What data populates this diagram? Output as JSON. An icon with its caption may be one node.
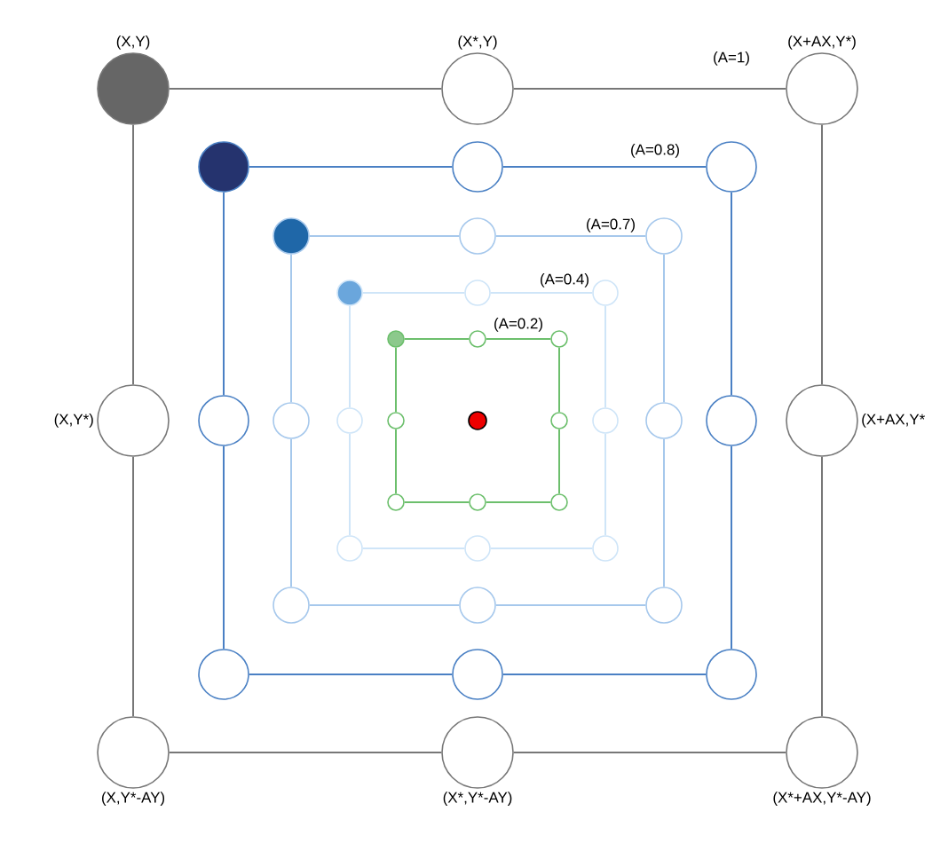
{
  "diagram": {
    "nodes": [
      {
        "text": [
          "(X,Y)"
        ]
      },
      {
        "text": [
          "(X*,Y)"
        ]
      },
      {
        "text": [
          "(X+AX,Y*)"
        ]
      },
      {
        "text": [
          "(X,Y*)"
        ]
      },
      {
        "text": [
          "(X+AX,Y*"
        ]
      },
      {
        "text": [
          "(X,Y*-AY)"
        ]
      },
      {
        "text": [
          "(X*,Y*-AY)"
        ]
      },
      {
        "text": [
          "(X*+AX,Y*-AY)"
        ]
      },
      {
        "text": [],
        "shape": "circle"
      },
      {
        "text": [],
        "shape": "circle"
      },
      {
        "text": [],
        "shape": "circle"
      },
      {
        "text": [],
        "shape": "circle"
      },
      {
        "text": [],
        "shape": "circle"
      },
      {
        "text": [],
        "shape": "circle"
      },
      {
        "text": [],
        "shape": "circle"
      },
      {
        "text": [],
        "shape": "circle"
      },
      {
        "text": [],
        "shape": "circle"
      },
      {
        "text": [],
        "shape": "circle"
      },
      {
        "text": [],
        "shape": "circle"
      },
      {
        "text": [],
        "shape": "circle"
      },
      {
        "text": [],
        "shape": "circle"
      },
      {
        "text": [],
        "shape": "circle"
      },
      {
        "text": [],
        "shape": "circle"
      },
      {
        "text": [],
        "shape": "circle"
      },
      {
        "text": [],
        "shape": "circle"
      },
      {
        "text": [],
        "shape": "circle"
      },
      {
        "text": [],
        "shape": "circle"
      },
      {
        "text": [],
        "shape": "circle"
      },
      {
        "text": [],
        "shape": "circle"
      },
      {
        "text": [],
        "shape": "circle"
      },
      {
        "text": [],
        "shape": "circle"
      },
      {
        "text": [],
        "shape": "circle"
      },
      {
        "text": [],
        "shape": "circle"
      },
      {
        "text": [],
        "shape": "circle"
      },
      {
        "text": [],
        "shape": "circle"
      },
      {
        "text": [],
        "shape": "circle"
      },
      {
        "text": [],
        "shape": "circle"
      },
      {
        "text": [],
        "shape": "circle"
      },
      {
        "text": [],
        "shape": "circle"
      },
      {
        "text": [],
        "shape": "circle"
      },
      {
        "text": [],
        "shape": "circle"
      }
    ],
    "edges": [
      {
        "from": 0,
        "to": 1,
        "arrow": "none",
        "color": "#777777"
      },
      {
        "from": 1,
        "to": 2,
        "arrow": "none",
        "color": "#777777"
      },
      {
        "from": 0,
        "to": 3,
        "arrow": "none",
        "color": "#777777"
      },
      {
        "from": 2,
        "to": 4,
        "arrow": "none",
        "color": "#777777"
      },
      {
        "from": 3,
        "to": 5,
        "arrow": "none",
        "color": "#777777"
      },
      {
        "from": 4,
        "to": 7,
        "arrow": "none",
        "color": "#777777"
      },
      {
        "from": 5,
        "to": 6,
        "arrow": "none",
        "color": "#777777"
      },
      {
        "from": 6,
        "to": 7,
        "arrow": "none",
        "color": "#777777"
      },
      {
        "from": 8,
        "to": 9,
        "arrow": "none",
        "color": "#4a80c4"
      },
      {
        "from": 9,
        "to": 10,
        "arrow": "none",
        "color": "#4a80c4"
      },
      {
        "from": 8,
        "to": 11,
        "arrow": "none",
        "color": "#4a80c4"
      },
      {
        "from": 10,
        "to": 12,
        "arrow": "none",
        "color": "#4a80c4"
      },
      {
        "from": 11,
        "to": 13,
        "arrow": "none",
        "color": "#4a80c4"
      },
      {
        "from": 12,
        "to": 15,
        "arrow": "none",
        "color": "#4a80c4"
      },
      {
        "from": 13,
        "to": 14,
        "arrow": "none",
        "color": "#4a80c4"
      },
      {
        "from": 14,
        "to": 15,
        "arrow": "none",
        "color": "#4a80c4"
      },
      {
        "from": 16,
        "to": 17,
        "arrow": "none",
        "color": "#a6c8ec"
      },
      {
        "from": 17,
        "to": 18,
        "arrow": "none",
        "color": "#a6c8ec"
      },
      {
        "from": 16,
        "to": 19,
        "arrow": "none",
        "color": "#a6c8ec"
      },
      {
        "from": 18,
        "to": 20,
        "arrow": "none",
        "color": "#a6c8ec"
      },
      {
        "from": 19,
        "to": 21,
        "arrow": "none",
        "color": "#a6c8ec"
      },
      {
        "from": 20,
        "to": 23,
        "arrow": "none",
        "color": "#a6c8ec"
      },
      {
        "from": 21,
        "to": 22,
        "arrow": "none",
        "color": "#a6c8ec"
      },
      {
        "from": 22,
        "to": 23,
        "arrow": "none",
        "color": "#a6c8ec"
      },
      {
        "from": 24,
        "to": 25,
        "arrow": "none",
        "color": "#cfe5f8"
      },
      {
        "from": 25,
        "to": 26,
        "arrow": "none",
        "color": "#cfe5f8"
      },
      {
        "from": 24,
        "to": 27,
        "arrow": "none",
        "color": "#cfe5f8"
      },
      {
        "from": 26,
        "to": 28,
        "arrow": "none",
        "color": "#cfe5f8"
      },
      {
        "from": 27,
        "to": 29,
        "arrow": "none",
        "color": "#cfe5f8"
      },
      {
        "from": 28,
        "to": 31,
        "arrow": "none",
        "color": "#cfe5f8"
      },
      {
        "from": 29,
        "to": 30,
        "arrow": "none",
        "color": "#cfe5f8"
      },
      {
        "from": 30,
        "to": 31,
        "arrow": "none",
        "color": "#cfe5f8"
      },
      {
        "from": 32,
        "to": 33,
        "arrow": "none",
        "color": "#6cbf6c"
      },
      {
        "from": 33,
        "to": 34,
        "arrow": "none",
        "color": "#6cbf6c"
      },
      {
        "from": 32,
        "to": 35,
        "arrow": "none",
        "color": "#6cbf6c"
      },
      {
        "from": 34,
        "to": 36,
        "arrow": "none",
        "color": "#6cbf6c"
      },
      {
        "from": 35,
        "to": 37,
        "arrow": "none",
        "color": "#6cbf6c"
      },
      {
        "from": 36,
        "to": 39,
        "arrow": "none",
        "color": "#6cbf6c"
      },
      {
        "from": 37,
        "to": 38,
        "arrow": "none",
        "color": "#6cbf6c"
      },
      {
        "from": 38,
        "to": 39,
        "arrow": "none",
        "color": "#6cbf6c"
      }
    ],
    "labels": [
      "(A=1)",
      "(A=0.8)",
      "(A=0.7)",
      "(A=0.4)",
      "(A=0.2)"
    ]
  }
}
